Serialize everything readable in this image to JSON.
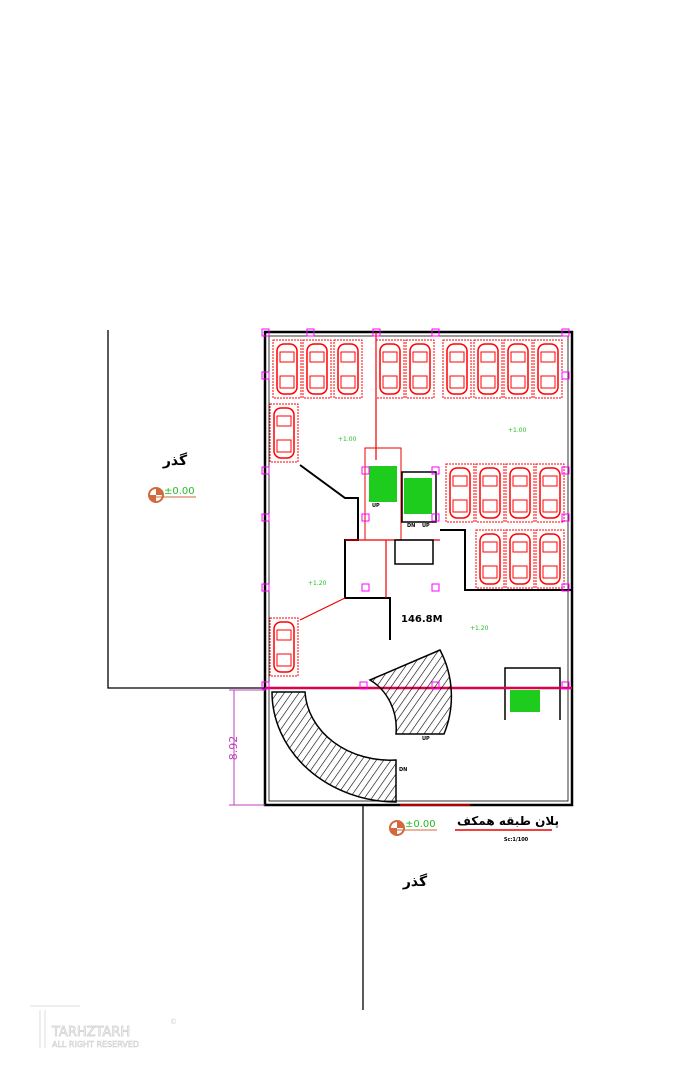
{
  "drawing": {
    "title": "پلان طبقه همکف",
    "scale": "Sc:1/100",
    "area_label": "146.8M",
    "passage_label_top": "گذر",
    "passage_label_bottom": "گذر",
    "street_level_top": "±0.00",
    "street_level_bottom": "±0.00",
    "dimension_left": "8.92",
    "level_marks": [
      "+1.00",
      "+1.00",
      "+1.20",
      "+1.20"
    ],
    "stair_labels": {
      "up1": "UP",
      "up2": "UP",
      "dn1": "DN",
      "ramp_up": "UP",
      "ramp_dn": "DN"
    },
    "colors": {
      "cars": "#ff0000",
      "stairs": "#00cc00",
      "columns": "#ff00ff",
      "walls": "#000000",
      "level": "#d2693c"
    }
  },
  "watermark": {
    "brand": "TARHZTARH",
    "tagline": "ALL RIGHT RESERVED",
    "mark": "©"
  }
}
